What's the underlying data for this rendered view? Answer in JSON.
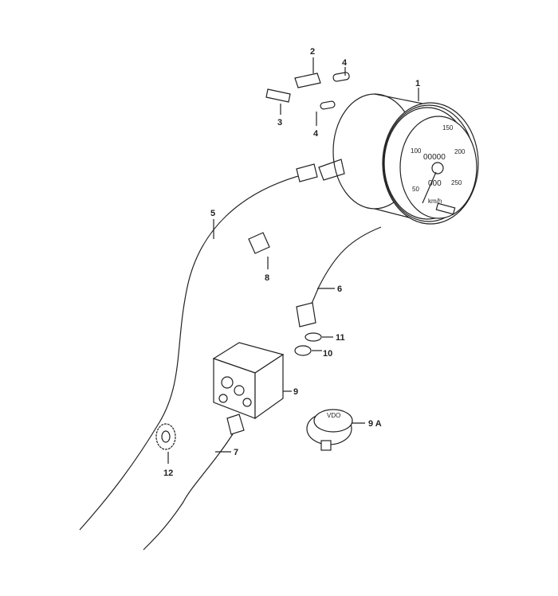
{
  "labels": {
    "p1": "1",
    "p2": "2",
    "p3": "3",
    "p4a": "4",
    "p4b": "4",
    "p5": "5",
    "p6": "6",
    "p7": "7",
    "p8": "8",
    "p9": "9",
    "p9a": "9 A",
    "p10": "10",
    "p11": "11",
    "p12": "12"
  },
  "speedometer": {
    "ticks": [
      "50",
      "100",
      "150",
      "200",
      "250"
    ],
    "unit": "km/h",
    "odometer": "00000",
    "trip": "000"
  },
  "sender_brand": "VDO"
}
